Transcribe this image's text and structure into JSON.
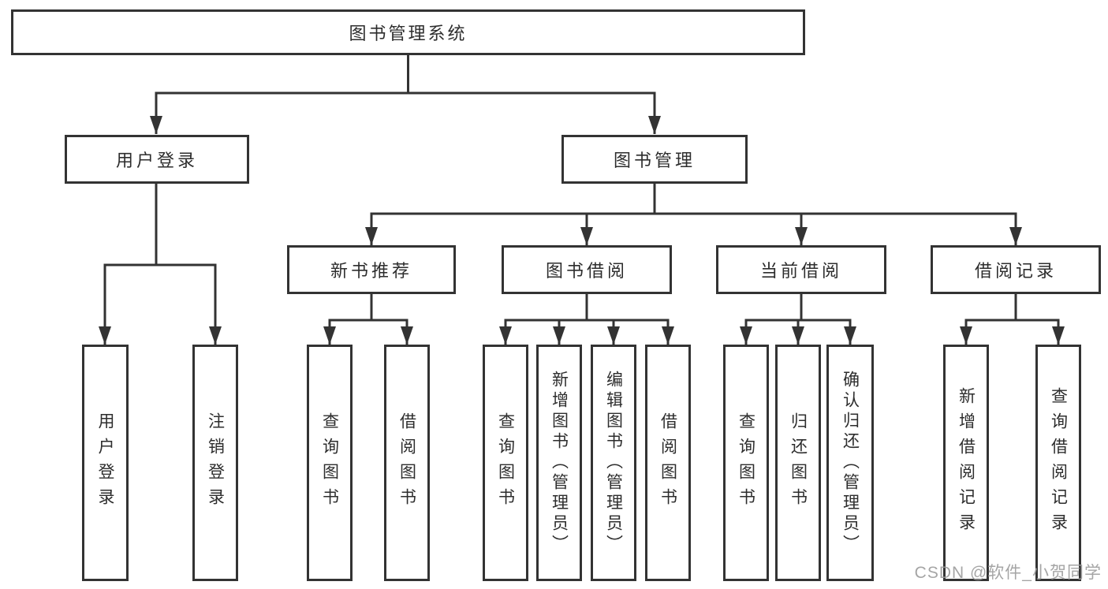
{
  "tree": {
    "root": {
      "label": "图书管理系统"
    },
    "branches": [
      {
        "label": "用户登录",
        "children": [
          {
            "label": "用户登录"
          },
          {
            "label": "注销登录"
          }
        ]
      },
      {
        "label": "图书管理",
        "children": [
          {
            "label": "新书推荐",
            "children": [
              {
                "label": "查询图书"
              },
              {
                "label": "借阅图书"
              }
            ]
          },
          {
            "label": "图书借阅",
            "children": [
              {
                "label": "查询图书"
              },
              {
                "label": "新增图书（管理员）"
              },
              {
                "label": "编辑图书（管理员）"
              },
              {
                "label": "借阅图书"
              }
            ]
          },
          {
            "label": "当前借阅",
            "children": [
              {
                "label": "查询图书"
              },
              {
                "label": "归还图书"
              },
              {
                "label": "确认归还（管理员）"
              }
            ]
          },
          {
            "label": "借阅记录",
            "children": [
              {
                "label": "新增借阅记录"
              },
              {
                "label": "查询借阅记录"
              }
            ]
          }
        ]
      }
    ]
  },
  "watermark": {
    "text": "CSDN @软件_小贺同学"
  },
  "colors": {
    "line": "#333333",
    "text": "#2d2d2d",
    "background": "#ffffff",
    "watermark": "#9c9c9c"
  }
}
